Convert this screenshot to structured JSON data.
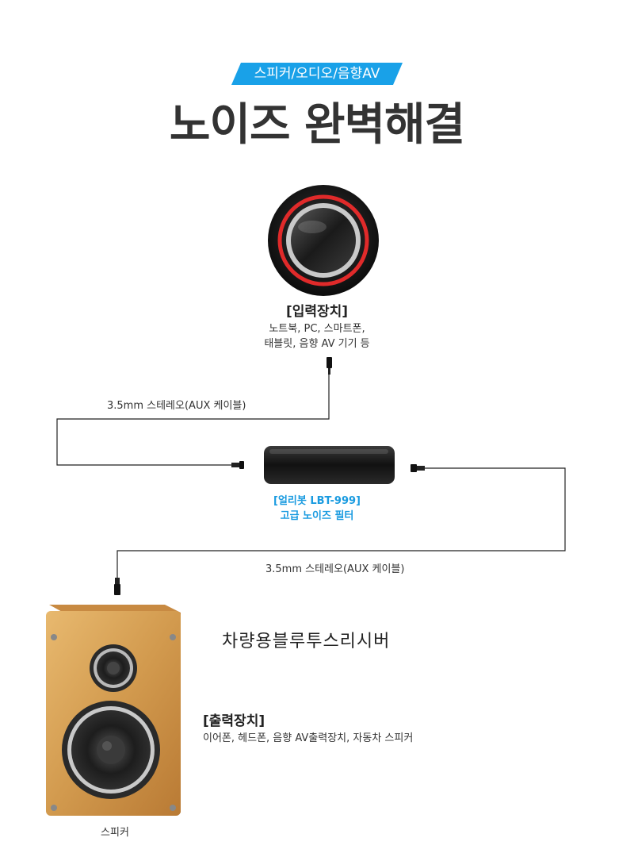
{
  "header": {
    "category_tag": "스피커/오디오/음향AV",
    "headline": "노이즈 완벽해결"
  },
  "input_device": {
    "title": "[입력장치]",
    "desc_line1": "노트북, PC, 스마트폰,",
    "desc_line2": "태블릿, 음향 AV 기기 등"
  },
  "cables": {
    "top_label": "3.5mm 스테레오(AUX 케이블)",
    "bottom_label": "3.5mm 스테레오(AUX 케이블)"
  },
  "filter": {
    "line1": "[얼리봇 LBT-999]",
    "line2": "고급 노이즈 필터"
  },
  "product_name": "차량용블루투스리시버",
  "output_device": {
    "title": "[출력장치]",
    "desc": "이어폰, 헤드폰, 음향 AV출력장치, 자동차 스피커"
  },
  "speaker_caption": "스피커",
  "colors": {
    "accent_blue": "#19a1e8",
    "knob_ring_red": "#e02a2a",
    "speaker_wood": "#d9a55c"
  }
}
